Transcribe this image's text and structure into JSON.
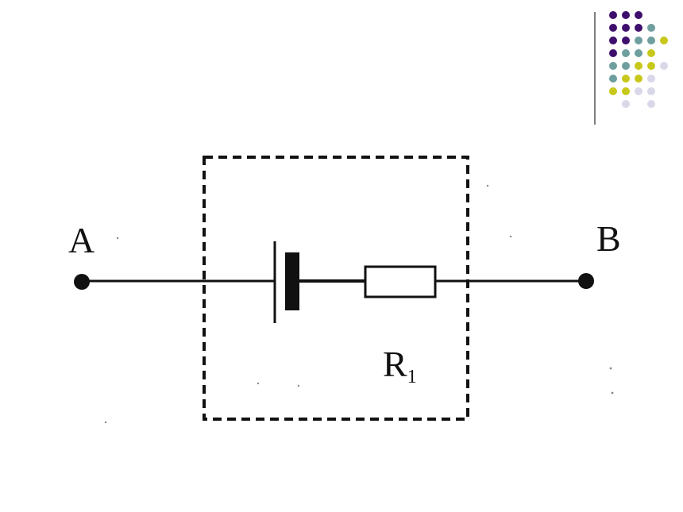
{
  "decoration": {
    "dot_colors": {
      "purple": "#3f0f6e",
      "teal": "#6f9e9e",
      "yellow": "#c8c81a",
      "lavender": "#d8d8e8"
    },
    "rows": [
      [
        "purple",
        "purple",
        "purple",
        null,
        null
      ],
      [
        "purple",
        "purple",
        "purple",
        "teal",
        null
      ],
      [
        "purple",
        "purple",
        "teal",
        "teal",
        "yellow"
      ],
      [
        "purple",
        "teal",
        "teal",
        "yellow",
        null
      ],
      [
        "teal",
        "teal",
        "yellow",
        "yellow",
        "lavender"
      ],
      [
        "teal",
        "yellow",
        "yellow",
        "lavender",
        null
      ],
      [
        "yellow",
        "yellow",
        "lavender",
        "lavender",
        null
      ],
      [
        null,
        "lavender",
        null,
        "lavender",
        null
      ]
    ],
    "divider_color": "#555555"
  },
  "circuit": {
    "terminal_a_label": "A",
    "terminal_b_label": "B",
    "resistor_label": "R",
    "resistor_subscript": "1",
    "components": [
      "battery",
      "resistor"
    ],
    "enclosure": "dashed-box",
    "line_color": "#111111"
  }
}
